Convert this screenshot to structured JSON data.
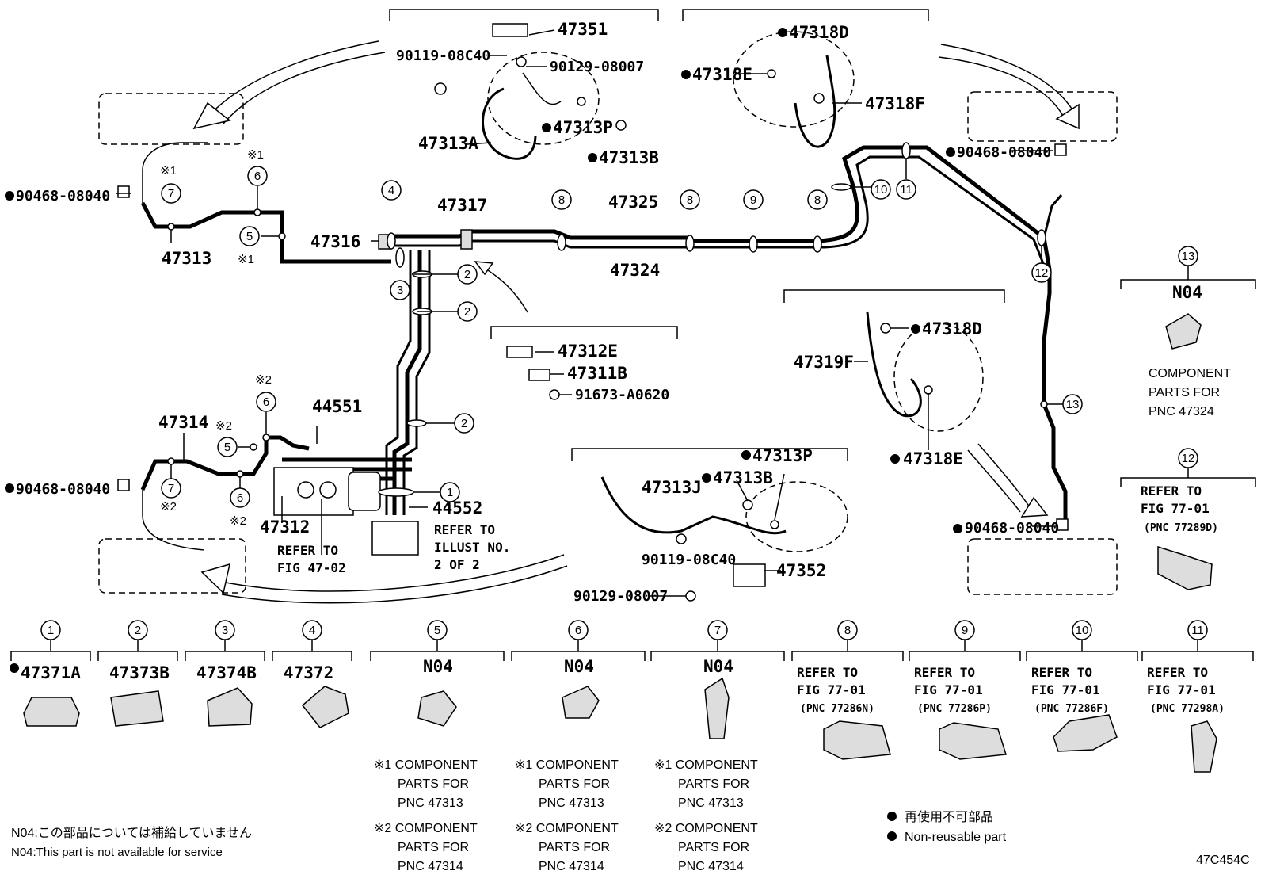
{
  "labels": {
    "p47351": "47351",
    "p90119a": "90119-08C40",
    "p90129a": "90129-08007",
    "p47313P_a": "47313P",
    "p47313A": "47313A",
    "p47313B_a": "47313B",
    "p47318D_a": "47318D",
    "p47318E_a": "47318E",
    "p47318F": "47318F",
    "p90468_tr": "90468-08040",
    "p90468_tl": "90468-08040",
    "p47313": "47313",
    "p47316": "47316",
    "p47317": "47317",
    "p47325": "47325",
    "p47324": "47324",
    "p47312E": "47312E",
    "p47311B": "47311B",
    "p91673": "91673-A0620",
    "p47318D_b": "47318D",
    "p47319F": "47319F",
    "p47318E_b": "47318E",
    "p47314": "47314",
    "p44551": "44551",
    "p90468_ml": "90468-08040",
    "p47312": "47312",
    "p44552": "44552",
    "refer_illust_1": "REFER TO",
    "refer_illust_2": "ILLUST NO.",
    "refer_illust_3": "2 OF 2",
    "refer_fig_1": "REFER TO",
    "refer_fig_2": "FIG 47-02",
    "p47313P_b": "47313P",
    "p47313B_b": "47313B",
    "p47313J": "47313J",
    "p90119b": "90119-08C40",
    "p47352": "47352",
    "p90129b": "90129-08007",
    "p90468_mr": "90468-08040",
    "ast1": "※1",
    "ast2": "※2"
  },
  "callouts": [
    "1",
    "2",
    "3",
    "4",
    "5",
    "6",
    "7",
    "8",
    "9",
    "10",
    "11",
    "12",
    "13"
  ],
  "right_panels": {
    "n13": {
      "num": "13",
      "code": "N04",
      "text": [
        "COMPONENT",
        "PARTS FOR",
        "PNC 47324"
      ]
    },
    "n12": {
      "num": "12",
      "ref": [
        "REFER TO",
        "FIG 77-01"
      ],
      "pnc": "(PNC 77289D)"
    }
  },
  "legend_items": [
    {
      "num": "1",
      "part": "47371A",
      "nonreusable": true
    },
    {
      "num": "2",
      "part": "47373B"
    },
    {
      "num": "3",
      "part": "47374B"
    },
    {
      "num": "4",
      "part": "47372"
    },
    {
      "num": "5",
      "code": "N04",
      "notes": [
        [
          "※1 COMPONENT",
          "PARTS FOR",
          "PNC 47313"
        ],
        [
          "※2 COMPONENT",
          "PARTS FOR",
          "PNC 47314"
        ]
      ]
    },
    {
      "num": "6",
      "code": "N04",
      "notes": [
        [
          "※1 COMPONENT",
          "PARTS FOR",
          "PNC 47313"
        ],
        [
          "※2 COMPONENT",
          "PARTS FOR",
          "PNC 47314"
        ]
      ]
    },
    {
      "num": "7",
      "code": "N04",
      "notes": [
        [
          "※1 COMPONENT",
          "PARTS FOR",
          "PNC 47313"
        ],
        [
          "※2 COMPONENT",
          "PARTS FOR",
          "PNC 47314"
        ]
      ]
    },
    {
      "num": "8",
      "ref": [
        "REFER TO",
        "FIG 77-01"
      ],
      "pnc": "(PNC 77286N)"
    },
    {
      "num": "9",
      "ref": [
        "REFER TO",
        "FIG 77-01"
      ],
      "pnc": "(PNC 77286P)"
    },
    {
      "num": "10",
      "ref": [
        "REFER TO",
        "FIG 77-01"
      ],
      "pnc": "(PNC 77286F)"
    },
    {
      "num": "11",
      "ref": [
        "REFER TO",
        "FIG 77-01"
      ],
      "pnc": "(PNC 77298A)"
    }
  ],
  "footer": {
    "n04_jp": "N04:この部品については補給していません",
    "n04_en": "N04:This part is not available for service",
    "legend_jp": "再使用不可部品",
    "legend_en": "Non-reusable part",
    "figure_id": "47C454C"
  }
}
